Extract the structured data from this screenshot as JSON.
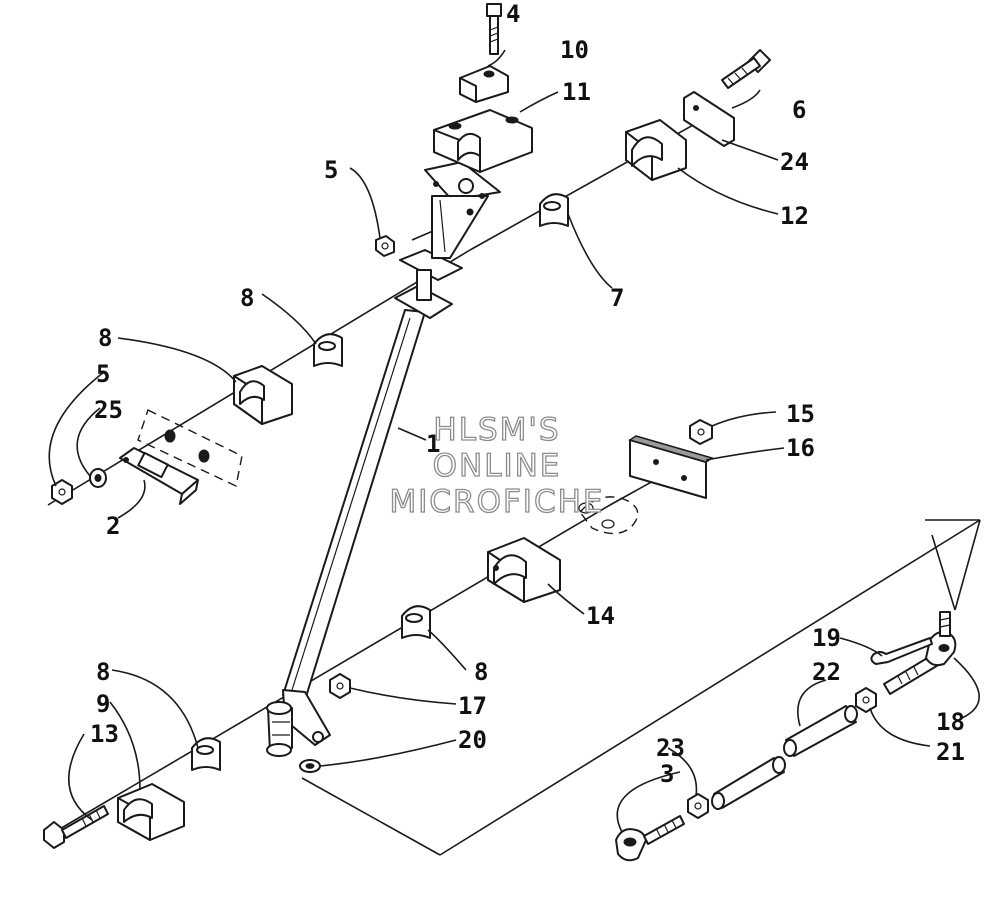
{
  "watermark": {
    "lines": [
      "HLSM'S",
      "ONLINE",
      "MICROFICHE"
    ]
  },
  "callouts": [
    {
      "id": "c1",
      "label": "1"
    },
    {
      "id": "c2",
      "label": "2"
    },
    {
      "id": "c3",
      "label": "3"
    },
    {
      "id": "c4",
      "label": "4"
    },
    {
      "id": "c5a",
      "label": "5"
    },
    {
      "id": "c5b",
      "label": "5"
    },
    {
      "id": "c6",
      "label": "6"
    },
    {
      "id": "c7",
      "label": "7"
    },
    {
      "id": "c8a",
      "label": "8"
    },
    {
      "id": "c8b",
      "label": "8"
    },
    {
      "id": "c8c",
      "label": "8"
    },
    {
      "id": "c8d",
      "label": "8"
    },
    {
      "id": "c9",
      "label": "9"
    },
    {
      "id": "c10",
      "label": "10"
    },
    {
      "id": "c11",
      "label": "11"
    },
    {
      "id": "c12",
      "label": "12"
    },
    {
      "id": "c13",
      "label": "13"
    },
    {
      "id": "c14",
      "label": "14"
    },
    {
      "id": "c15",
      "label": "15"
    },
    {
      "id": "c16",
      "label": "16"
    },
    {
      "id": "c17",
      "label": "17"
    },
    {
      "id": "c18",
      "label": "18"
    },
    {
      "id": "c19",
      "label": "19"
    },
    {
      "id": "c20",
      "label": "20"
    },
    {
      "id": "c21",
      "label": "21"
    },
    {
      "id": "c22",
      "label": "22"
    },
    {
      "id": "c23",
      "label": "23"
    },
    {
      "id": "c24",
      "label": "24"
    },
    {
      "id": "c25",
      "label": "25"
    }
  ]
}
